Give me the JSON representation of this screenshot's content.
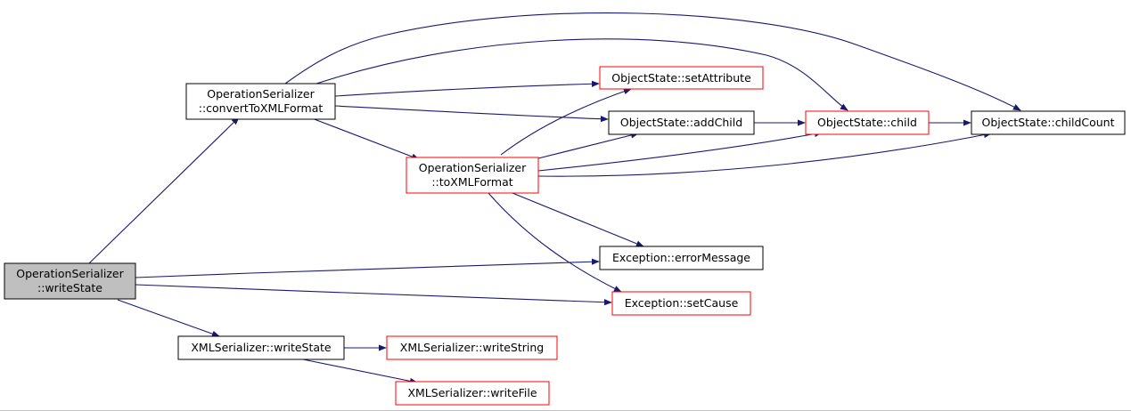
{
  "colors": {
    "edge": "#191970",
    "node_border_default": "#000000",
    "node_border_truncated": "#ff0000",
    "root_fill": "#bfbfbf",
    "node_fill": "#ffffff",
    "background": "#ffffff"
  },
  "nodes": [
    {
      "id": "root",
      "lines": [
        "OperationSerializer",
        "::writeState"
      ],
      "style": "root"
    },
    {
      "id": "convertToXMLFormat",
      "lines": [
        "OperationSerializer",
        "::convertToXMLFormat"
      ],
      "style": "normal"
    },
    {
      "id": "toXMLFormat",
      "lines": [
        "OperationSerializer",
        "::toXMLFormat"
      ],
      "style": "truncated"
    },
    {
      "id": "setAttribute",
      "lines": [
        "ObjectState::setAttribute"
      ],
      "style": "truncated"
    },
    {
      "id": "addChild",
      "lines": [
        "ObjectState::addChild"
      ],
      "style": "normal"
    },
    {
      "id": "child",
      "lines": [
        "ObjectState::child"
      ],
      "style": "truncated"
    },
    {
      "id": "childCount",
      "lines": [
        "ObjectState::childCount"
      ],
      "style": "normal"
    },
    {
      "id": "errorMessage",
      "lines": [
        "Exception::errorMessage"
      ],
      "style": "normal"
    },
    {
      "id": "setCause",
      "lines": [
        "Exception::setCause"
      ],
      "style": "truncated"
    },
    {
      "id": "xmlWriteState",
      "lines": [
        "XMLSerializer::writeState"
      ],
      "style": "normal"
    },
    {
      "id": "writeString",
      "lines": [
        "XMLSerializer::writeString"
      ],
      "style": "truncated"
    },
    {
      "id": "writeFile",
      "lines": [
        "XMLSerializer::writeFile"
      ],
      "style": "truncated"
    }
  ],
  "edges": [
    {
      "from": "root",
      "to": "convertToXMLFormat"
    },
    {
      "from": "root",
      "to": "errorMessage"
    },
    {
      "from": "root",
      "to": "setCause"
    },
    {
      "from": "root",
      "to": "xmlWriteState"
    },
    {
      "from": "convertToXMLFormat",
      "to": "setAttribute"
    },
    {
      "from": "convertToXMLFormat",
      "to": "addChild"
    },
    {
      "from": "convertToXMLFormat",
      "to": "toXMLFormat"
    },
    {
      "from": "convertToXMLFormat",
      "to": "child"
    },
    {
      "from": "convertToXMLFormat",
      "to": "childCount"
    },
    {
      "from": "toXMLFormat",
      "to": "setAttribute"
    },
    {
      "from": "toXMLFormat",
      "to": "addChild"
    },
    {
      "from": "toXMLFormat",
      "to": "child"
    },
    {
      "from": "toXMLFormat",
      "to": "childCount"
    },
    {
      "from": "toXMLFormat",
      "to": "errorMessage"
    },
    {
      "from": "toXMLFormat",
      "to": "setCause"
    },
    {
      "from": "addChild",
      "to": "child"
    },
    {
      "from": "child",
      "to": "childCount"
    },
    {
      "from": "xmlWriteState",
      "to": "writeString"
    },
    {
      "from": "xmlWriteState",
      "to": "writeFile"
    }
  ]
}
